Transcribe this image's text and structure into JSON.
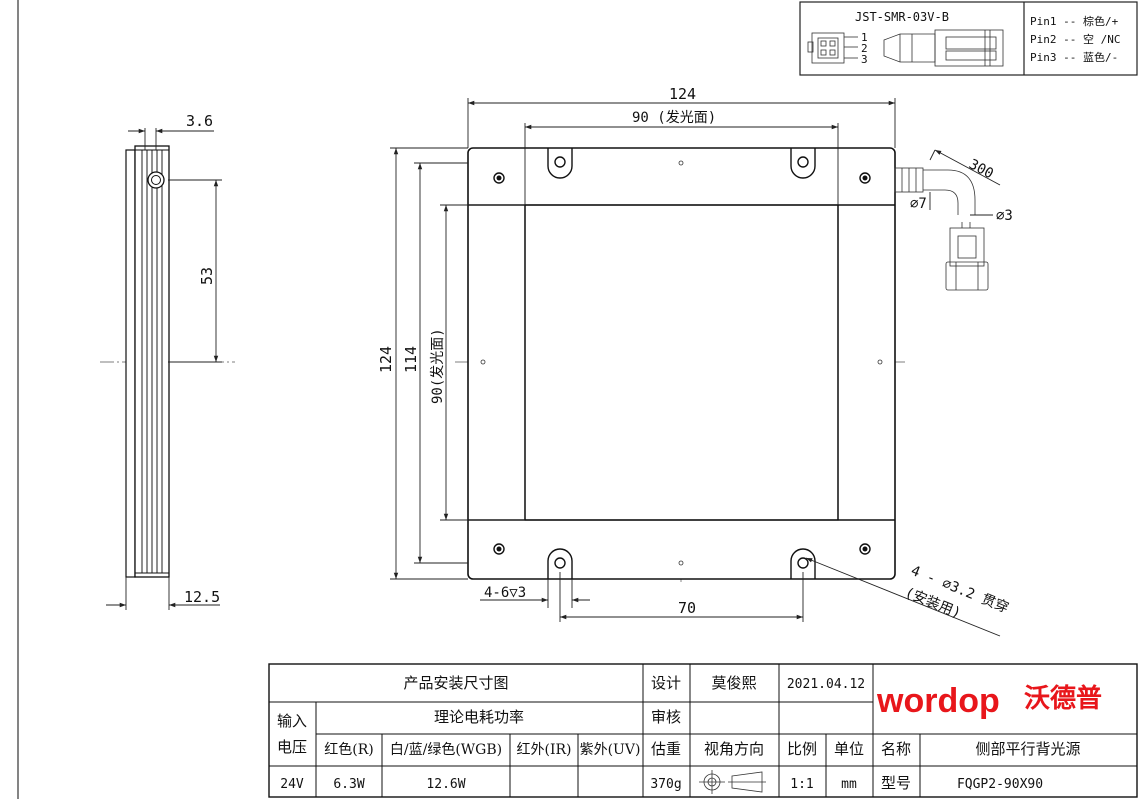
{
  "connector": {
    "model": "JST-SMR-03V-B",
    "pin_numbers": [
      "1",
      "2",
      "3"
    ],
    "pins": [
      "Pin1 -- 棕色/+",
      "Pin2 -- 空 /NC",
      "Pin3 -- 蓝色/-"
    ]
  },
  "side_view": {
    "dim_thickness_top": "3.6",
    "dim_height": "53",
    "dim_thickness_bottom": "12.5"
  },
  "front_view": {
    "dim_overall_width": "124",
    "dim_emitting_width": "90 (发光面)",
    "dim_overall_height": "124",
    "dim_inner_height": "114",
    "dim_emitting_height": "90(发光面)",
    "dim_slot": "4-6▽3",
    "dim_hole_spacing": "70",
    "hole_note_line1": "4 - ∅3.2 贯穿",
    "hole_note_line2": "(安装用)"
  },
  "cable": {
    "length": "300",
    "diameter_outer": "∅7",
    "diameter_wire": "∅3"
  },
  "title_block": {
    "drawing_name": "产品安装尺寸图",
    "design_label": "设计",
    "designer": "莫俊熙",
    "date": "2021.04.12",
    "review_label": "审核",
    "input_voltage_label": "输入电压",
    "power_label": "理论电耗功率",
    "weight_label": "估重",
    "view_label": "视角方向",
    "scale_label": "比例",
    "unit_label": "单位",
    "name_label": "名称",
    "product_name": "侧部平行背光源",
    "model_label": "型号",
    "model_value": "FQGP2-90X90",
    "colors": [
      "红色(R)",
      "白/蓝/绿色(WGB)",
      "红外(IR)",
      "紫外(UV)"
    ],
    "voltage": "24V",
    "power_red": "6.3W",
    "power_wgb": "12.6W",
    "power_ir": "",
    "power_uv": "",
    "weight": "370g",
    "scale": "1:1",
    "unit": "mm",
    "brand": "wordop",
    "brand_cn": "沃德普",
    "brand_color": "#e8161b"
  }
}
